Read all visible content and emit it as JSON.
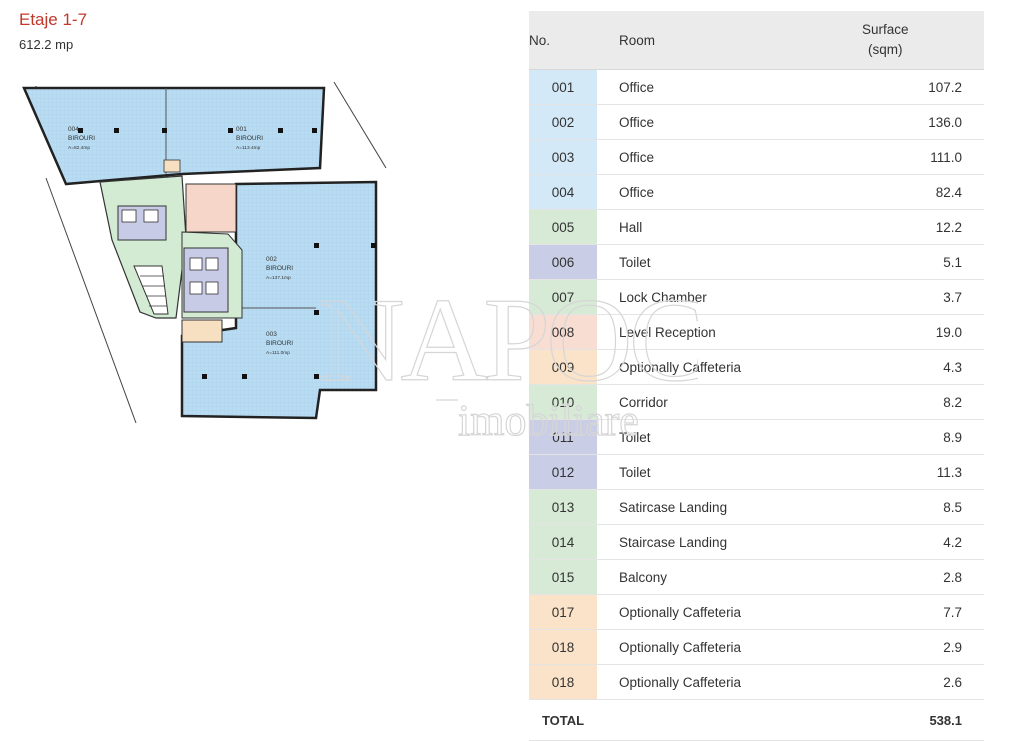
{
  "header": {
    "title": "Etaje 1-7",
    "area": "612.2 mp"
  },
  "plan": {
    "labels": [
      {
        "num": "004",
        "name": "BIROURI",
        "area": "A=82.4mp"
      },
      {
        "num": "001",
        "name": "BIROURI",
        "area": "A=113.4mp"
      },
      {
        "num": "002",
        "name": "BIROURI",
        "area": "A=137.1mp"
      },
      {
        "num": "003",
        "name": "BIROURI",
        "area": "A=111.0mp"
      }
    ]
  },
  "watermark": {
    "line1": "NAPOCA",
    "line2": "imobiliare"
  },
  "table": {
    "headers": {
      "no": "No.",
      "room": "Room",
      "surface_1": "Surface",
      "surface_2": "(sqm)"
    },
    "rows": [
      {
        "no": "001",
        "room": "Office",
        "surface": "107.2",
        "color": "#d4e9f7"
      },
      {
        "no": "002",
        "room": "Office",
        "surface": "136.0",
        "color": "#d4e9f7"
      },
      {
        "no": "003",
        "room": "Office",
        "surface": "111.0",
        "color": "#d4e9f7"
      },
      {
        "no": "004",
        "room": "Office",
        "surface": "82.4",
        "color": "#d4e9f7"
      },
      {
        "no": "005",
        "room": "Hall",
        "surface": "12.2",
        "color": "#d6ead6"
      },
      {
        "no": "006",
        "room": "Toilet",
        "surface": "5.1",
        "color": "#c9cde6"
      },
      {
        "no": "007",
        "room": "Lock Chamber",
        "surface": "3.7",
        "color": "#d6ead6"
      },
      {
        "no": "008",
        "room": "Level Reception",
        "surface": "19.0",
        "color": "#f8ddd2"
      },
      {
        "no": "009",
        "room": "Optionally Caffeteria",
        "surface": "4.3",
        "color": "#fbe3c9"
      },
      {
        "no": "010",
        "room": "Corridor",
        "surface": "8.2",
        "color": "#d6ead6"
      },
      {
        "no": "011",
        "room": "Toilet",
        "surface": "8.9",
        "color": "#c9cde6"
      },
      {
        "no": "012",
        "room": "Toilet",
        "surface": "11.3",
        "color": "#c9cde6"
      },
      {
        "no": "013",
        "room": "Satircase Landing",
        "surface": "8.5",
        "color": "#d6ead6"
      },
      {
        "no": "014",
        "room": "Staircase Landing",
        "surface": "4.2",
        "color": "#d6ead6"
      },
      {
        "no": "015",
        "room": "Balcony",
        "surface": "2.8",
        "color": "#d6ead6"
      },
      {
        "no": "017",
        "room": "Optionally Caffeteria",
        "surface": "7.7",
        "color": "#fbe3c9"
      },
      {
        "no": "018",
        "room": "Optionally Caffeteria",
        "surface": "2.9",
        "color": "#fbe3c9"
      },
      {
        "no": "018",
        "room": "Optionally Caffeteria",
        "surface": "2.6",
        "color": "#fbe3c9"
      }
    ],
    "total": {
      "label": "TOTAL",
      "surface": "538.1"
    }
  }
}
